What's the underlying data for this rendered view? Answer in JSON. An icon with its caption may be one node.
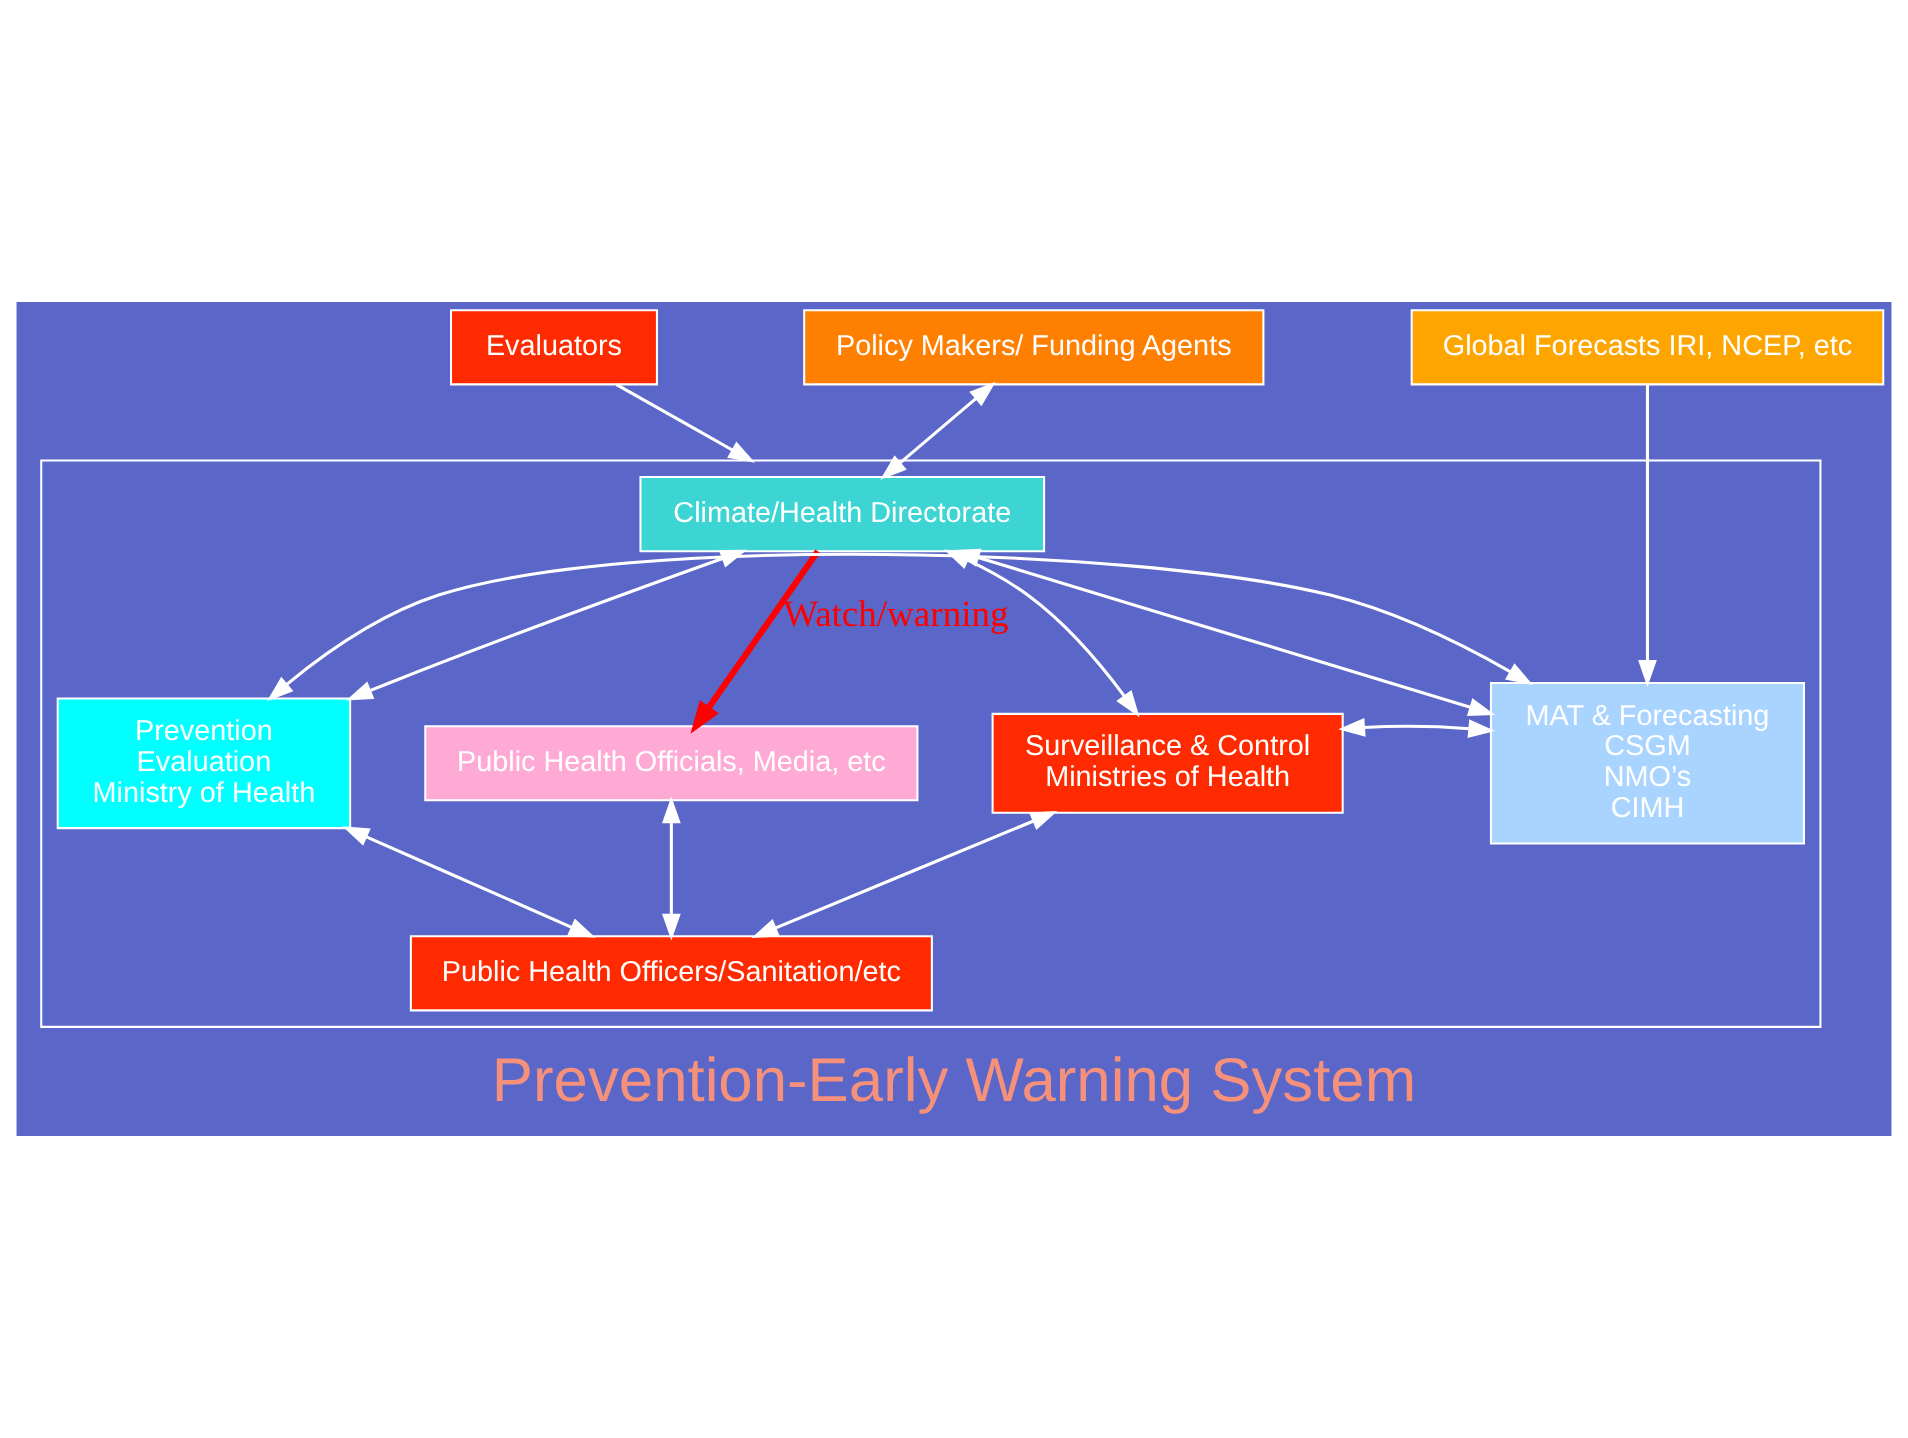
{
  "diagram": {
    "title": "Prevention-Early Warning System",
    "nodes": [
      {
        "text": [
          "Evaluators"
        ]
      },
      {
        "text": [
          "Policy Makers/ Funding Agents"
        ]
      },
      {
        "text": [
          "Global Forecasts IRI, NCEP, etc"
        ]
      },
      {
        "text": [],
        "shape": "box"
      },
      {
        "text": [
          "Climate/Health Directorate"
        ],
        "in": 3
      },
      {
        "text": [
          "Surveillance & Control",
          "Ministries of Health"
        ],
        "in": 3
      },
      {
        "text": [
          "MAT & Forecasting",
          "CSGM",
          "NMO’s",
          "CIMH"
        ],
        "in": 3
      },
      {
        "text": [
          "Prevention",
          "Evaluation",
          "Ministry of Health"
        ],
        "in": 3
      },
      {
        "text": [
          "Public Health Officials, Media, etc"
        ],
        "in": 3
      },
      {
        "text": [
          "Public Health Officers/Sanitation/etc"
        ],
        "in": 3
      }
    ],
    "edges": [
      {
        "from": 0,
        "to": 3,
        "arrow": "to"
      },
      {
        "from": 1,
        "to": 4,
        "arrow": "both"
      },
      {
        "from": 2,
        "to": 6,
        "arrow": "to"
      },
      {
        "from": 4,
        "to": 5,
        "arrow": "both"
      },
      {
        "from": 4,
        "to": 6,
        "arrow": "both"
      },
      {
        "from": 4,
        "to": 7,
        "arrow": "both"
      },
      {
        "from": 5,
        "to": 6,
        "arrow": "both"
      },
      {
        "from": 6,
        "to": 7,
        "arrow": "both"
      },
      {
        "from": 4,
        "to": 8,
        "arrow": "to",
        "label": "Watch/warning",
        "color": "#ff0000",
        "style": "thick"
      },
      {
        "from": 5,
        "to": 9,
        "arrow": "both"
      },
      {
        "from": 8,
        "to": 9,
        "arrow": "both"
      },
      {
        "from": 7,
        "to": 9,
        "arrow": "both"
      }
    ]
  }
}
